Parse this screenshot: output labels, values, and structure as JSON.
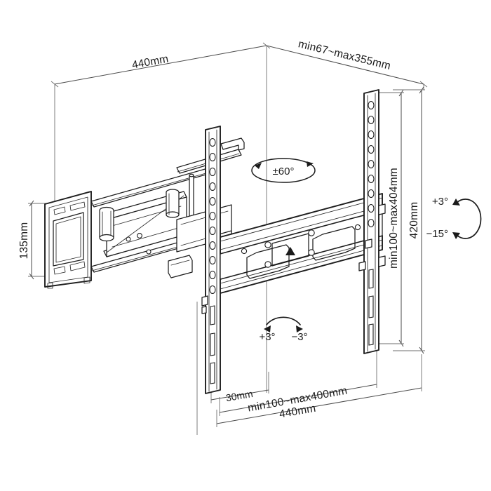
{
  "document": {
    "type": "technical-line-drawing",
    "subject": "full-motion TV wall mount bracket",
    "projection": "isometric"
  },
  "dimensions": {
    "top_left": {
      "label": "440mm",
      "name": "overall-width-top"
    },
    "top_right": {
      "label": "min67~max355mm",
      "name": "extension-depth"
    },
    "left_vertical": {
      "label": "135mm",
      "name": "wall-plate-height"
    },
    "right_inner_vertical": {
      "label": "min100~max404mm",
      "name": "vesa-height-range"
    },
    "right_outer_vertical": {
      "label": "420mm",
      "name": "rail-height"
    },
    "bottom_short": {
      "label": "30mm",
      "name": "offset-depth"
    },
    "bottom_middle": {
      "label": "min100~max400mm",
      "name": "vesa-width-range"
    },
    "bottom_long": {
      "label": "440mm",
      "name": "overall-width-bottom"
    }
  },
  "motion_indicators": {
    "swivel": {
      "label": "±60°",
      "name": "swivel-range",
      "style": "ellipse-with-arrows"
    },
    "tilt": {
      "label_up": "+3°",
      "label_down": "−15°",
      "name": "tilt-range",
      "style": "vertical-arc-with-arrows"
    },
    "roll": {
      "label_left": "+3°",
      "label_right": "−3°",
      "name": "roll-range",
      "style": "horizontal-arc-with-arrows"
    }
  },
  "part_markings": {
    "up_arrow": {
      "glyph": "▲",
      "name": "orientation-up-arrow"
    }
  },
  "colors": {
    "line": "#1d1d1d",
    "dimension_line": "#4a4a4a",
    "text": "#1b1b1b",
    "background": "#ffffff"
  }
}
